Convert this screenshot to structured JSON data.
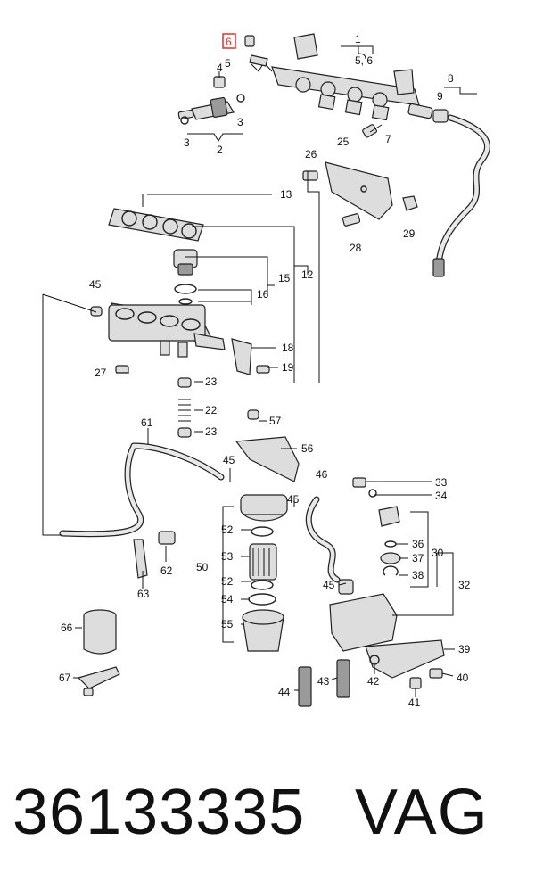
{
  "diagram": {
    "highlight_color": "#e03030",
    "callouts": {
      "c1": "1",
      "c56a": "5, 6",
      "c6": "6",
      "c5": "5",
      "c4": "4",
      "c3a": "3",
      "c3b": "3",
      "c2": "2",
      "c7": "7",
      "c8": "8",
      "c9": "9",
      "c13": "13",
      "c15": "15",
      "c16": "16",
      "c12": "12",
      "c25": "25",
      "c26": "26",
      "c28": "28",
      "c29": "29",
      "c45a": "45",
      "c18": "18",
      "c19": "19",
      "c27": "27",
      "c23a": "23",
      "c22": "22",
      "c23b": "23",
      "c57": "57",
      "c56": "56",
      "c61": "61",
      "c45b": "45",
      "c46": "46",
      "c45c": "45",
      "c33": "33",
      "c34": "34",
      "c52a": "52",
      "c53": "53",
      "c52b": "52",
      "c54": "54",
      "c55": "55",
      "c50": "50",
      "c62": "62",
      "c63": "63",
      "c36": "36",
      "c37": "37",
      "c38": "38",
      "c30": "30",
      "c32": "32",
      "c45d": "45",
      "c39": "39",
      "c40": "40",
      "c41": "41",
      "c42": "42",
      "c43": "43",
      "c44": "44",
      "c66": "66",
      "c67": "67"
    }
  },
  "footer": {
    "part_number": "36133335",
    "brand": "VAG"
  }
}
